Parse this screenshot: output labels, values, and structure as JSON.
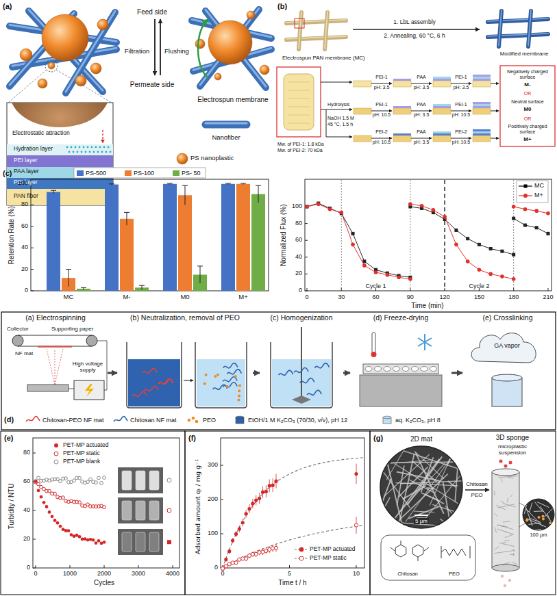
{
  "diagram": {
    "nodes": [
      {
        "text": [
          "(a) Electrospinning"
        ]
      },
      {
        "text": [
          "(b) Neutralization, removal of PEO"
        ]
      },
      {
        "text": [
          "(c) Homogenization"
        ]
      },
      {
        "text": [
          "(d) Freeze-drying"
        ]
      },
      {
        "text": [
          "(e) Crosslinking"
        ]
      }
    ],
    "edges": [
      {
        "from": 0,
        "to": 1,
        "arrow": "to"
      },
      {
        "from": 1,
        "to": 2,
        "arrow": "to"
      },
      {
        "from": 2,
        "to": 3,
        "arrow": "to"
      },
      {
        "from": 3,
        "to": 4,
        "arrow": "to"
      }
    ],
    "labels": [
      "(a)",
      "Feed side",
      "Filtration",
      "Flushing",
      "Permeate side",
      "Electrospun membrane",
      "Nanofiber",
      "PS nanoplastic",
      "Electrostatic attraction",
      "Hydration layer",
      "PEI layer",
      "PAA layer",
      "PEI layer",
      "PAN fiber",
      "(b)",
      "Electrospun PAN membrane (MC)",
      "1. LbL assembly",
      "2. Annealing, 60 °C, 6 h",
      "Modified membrane",
      "Hydrolysis",
      "NaOH 1.5 M",
      "45 °C, 1.5 h",
      "Mw. of PEI-1: 1.8 kDa",
      "Mw. of PEI-2: 70 kDa",
      "PEI-1",
      "pH: 3.5",
      "PAA",
      "pH: 3.5",
      "PEI-1",
      "pH: 3.5",
      "PEI-1",
      "pH: 10.5",
      "PAA",
      "pH: 3.5",
      "PEI-1",
      "pH: 10.5",
      "PEI-2",
      "pH: 10.5",
      "PAA",
      "pH: 3.5",
      "PEI-2",
      "pH: 10.5",
      "Negatively charged surface",
      "M-",
      "OR",
      "Neutral surface",
      "M0",
      "OR",
      "Positively charged surface",
      "M+",
      "(c)",
      "Retention Rate (%)",
      "0",
      "20",
      "40",
      "60",
      "80",
      "100",
      "MC",
      "M-",
      "M0",
      "M+",
      "Normalized Flux (%)",
      "0",
      "20",
      "40",
      "60",
      "80",
      "100",
      "0",
      "30",
      "60",
      "90",
      "120",
      "150",
      "180",
      "210",
      "Time (min)",
      "Cycle 1",
      "Cycle 2",
      "Collector",
      "Supporting paper",
      "High voltage supply",
      "NF mat",
      "GA vapor",
      "(d)",
      "(e)",
      "Turbidity / NTU",
      "0",
      "20",
      "40",
      "60",
      "80",
      "0",
      "1000",
      "2000",
      "3000",
      "4000",
      "Cycles",
      "(f)",
      "Adsorbed amount qₜ / mg g⁻¹",
      "0",
      "100",
      "200",
      "300",
      "0",
      "5",
      "10",
      "Time t / h",
      "(g)",
      "2D mat",
      "3D sponge",
      "Chitosan",
      "PEO",
      "5 µm",
      "100 µm",
      "microplastic suspension",
      "Chitosan",
      "PEO"
    ],
    "legend": [
      {
        "text": "PS-500",
        "color": "#4472c4"
      },
      {
        "text": "PS-100",
        "color": "#ed7d31"
      },
      {
        "text": "PS- 50",
        "color": "#70ad47"
      },
      {
        "text": "MC"
      },
      {
        "text": "M+"
      },
      {
        "text": "Chitosan-PEO NF mat"
      },
      {
        "text": "Chitosan NF mat"
      },
      {
        "text": "PEO"
      },
      {
        "text": "EtOH/1 M K₂CO₃ (70/30, v/v), pH 12"
      },
      {
        "text": "aq. K₂CO₃, pH 8"
      },
      {
        "text": "PET-MP actuated"
      },
      {
        "text": "PET-MP static"
      },
      {
        "text": "PET-MP blank"
      },
      {
        "text": "PET-MP actuated"
      },
      {
        "text": "PET-MP static"
      }
    ]
  }
}
